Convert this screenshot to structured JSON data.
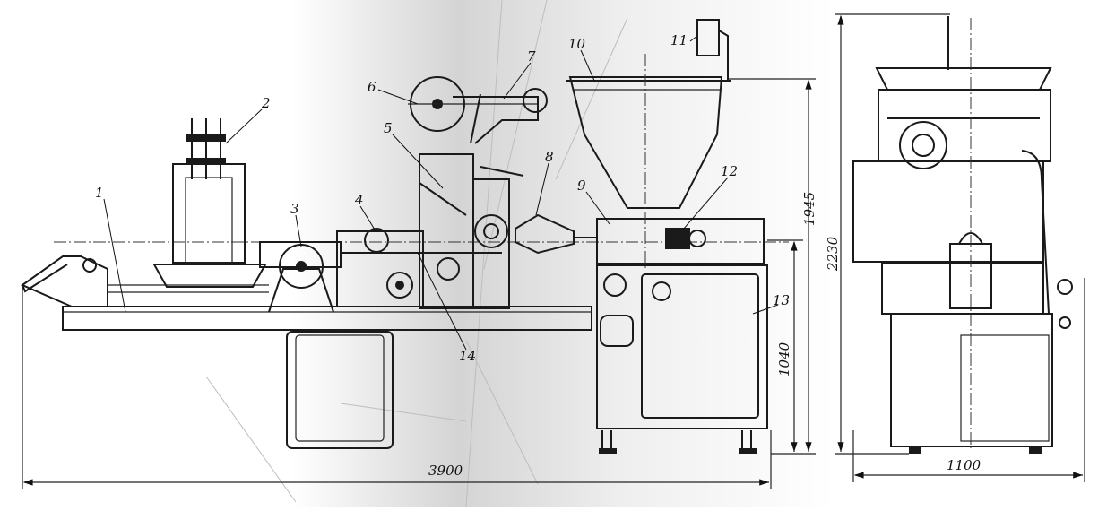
{
  "callouts": [
    "1",
    "2",
    "3",
    "4",
    "5",
    "6",
    "7",
    "8",
    "9",
    "10",
    "11",
    "12",
    "13",
    "14"
  ],
  "dimensions": {
    "overall_length": "3900",
    "height_hopper": "1945",
    "height_table": "1040",
    "height_total": "2230",
    "width_side": "1100"
  },
  "colors": {
    "ink": "#1a1a1a",
    "paper": "#ffffff",
    "shade": "#d9d9d9"
  }
}
